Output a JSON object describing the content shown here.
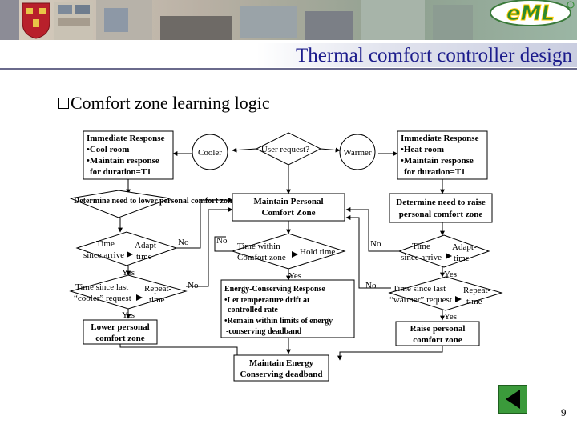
{
  "slide": {
    "title": "Thermal comfort controller design",
    "heading": "Comfort zone learning logic",
    "page_number": "9",
    "logo_text": "eML"
  },
  "flow": {
    "left_response": [
      "Immediate Response",
      "•Cool room",
      "•Maintain response",
      "for duration=T1"
    ],
    "right_response": [
      "Immediate Response",
      "•Heat room",
      "•Maintain response",
      "for duration=T1"
    ],
    "cooler": "Cooler",
    "warmer": "Warmer",
    "user_request": "User request?",
    "determine_lower": "Determine need to lower personal comfort zone",
    "maintain_personal": [
      "Maintain Personal",
      "Comfort Zone"
    ],
    "determine_raise": [
      "Determine need to raise",
      "personal comfort zone"
    ],
    "left_time": "Time",
    "left_since_arrive": "since arrive",
    "left_adapt": "Adapt-",
    "left_adapt_time": "time",
    "right_time": "Time",
    "right_since_arrive": "since arrive",
    "right_adapt": "Adapt-",
    "right_adapt_time": "time",
    "time_within": "Time within",
    "comfort_zone": "Comfort zone",
    "hold_time": "Hold time",
    "left_last": "Time since last",
    "left_cooler_request": "“cooler” request",
    "left_repeat": "Repeat-",
    "left_repeat_time": "time",
    "right_last": "Time since last",
    "right_warmer_request": "“warmer” request",
    "right_repeat": "Repeat-",
    "right_repeat_time": "time",
    "energy": [
      "Energy-Conserving Response",
      "•Let temperature drift at",
      "controlled rate",
      "•Remain within limits of energy",
      "-conserving deadband"
    ],
    "lower_box": [
      "Lower personal",
      "comfort zone"
    ],
    "raise_box": [
      "Raise personal",
      "comfort zone"
    ],
    "maintain_energy": [
      "Maintain Energy",
      "Conserving deadband"
    ],
    "yes": "Yes",
    "no": "No"
  },
  "colors": {
    "title": "#1c1c8c",
    "nav_button": "#3b9a3b",
    "accent": "#ffcc00"
  },
  "icons": {
    "logo": "eml-logo-icon",
    "crest": "university-crest-icon",
    "nav": "triangle-left-icon"
  }
}
